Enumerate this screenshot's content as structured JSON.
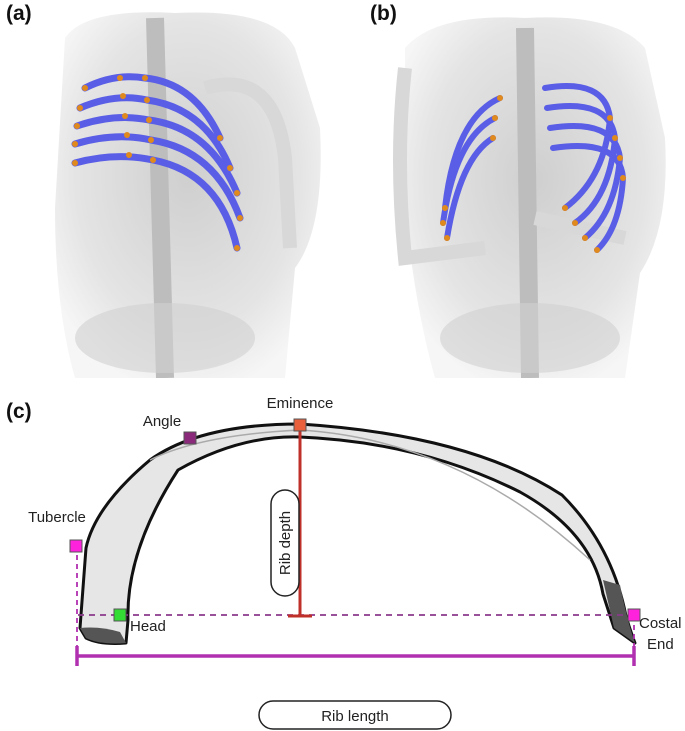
{
  "panels": {
    "a": "(a)",
    "b": "(b)",
    "c": "(c)"
  },
  "labels": {
    "eminence": "Eminence",
    "angle": "Angle",
    "tubercle": "Tubercle",
    "head": "Head",
    "costal": "Costal",
    "end": "End",
    "rib_depth": "Rib depth",
    "rib_length": "Rib length"
  },
  "colors": {
    "rib_blue": "#5a5ee6",
    "landmark_orange": "#e08a1e",
    "eminence": "#e8603c",
    "angle": "#8b2a7a",
    "tubercle": "#ff22dd",
    "head": "#33dd33",
    "costal_end": "#ff22dd",
    "depth_line": "#c0302a",
    "length_line": "#b030b0"
  }
}
